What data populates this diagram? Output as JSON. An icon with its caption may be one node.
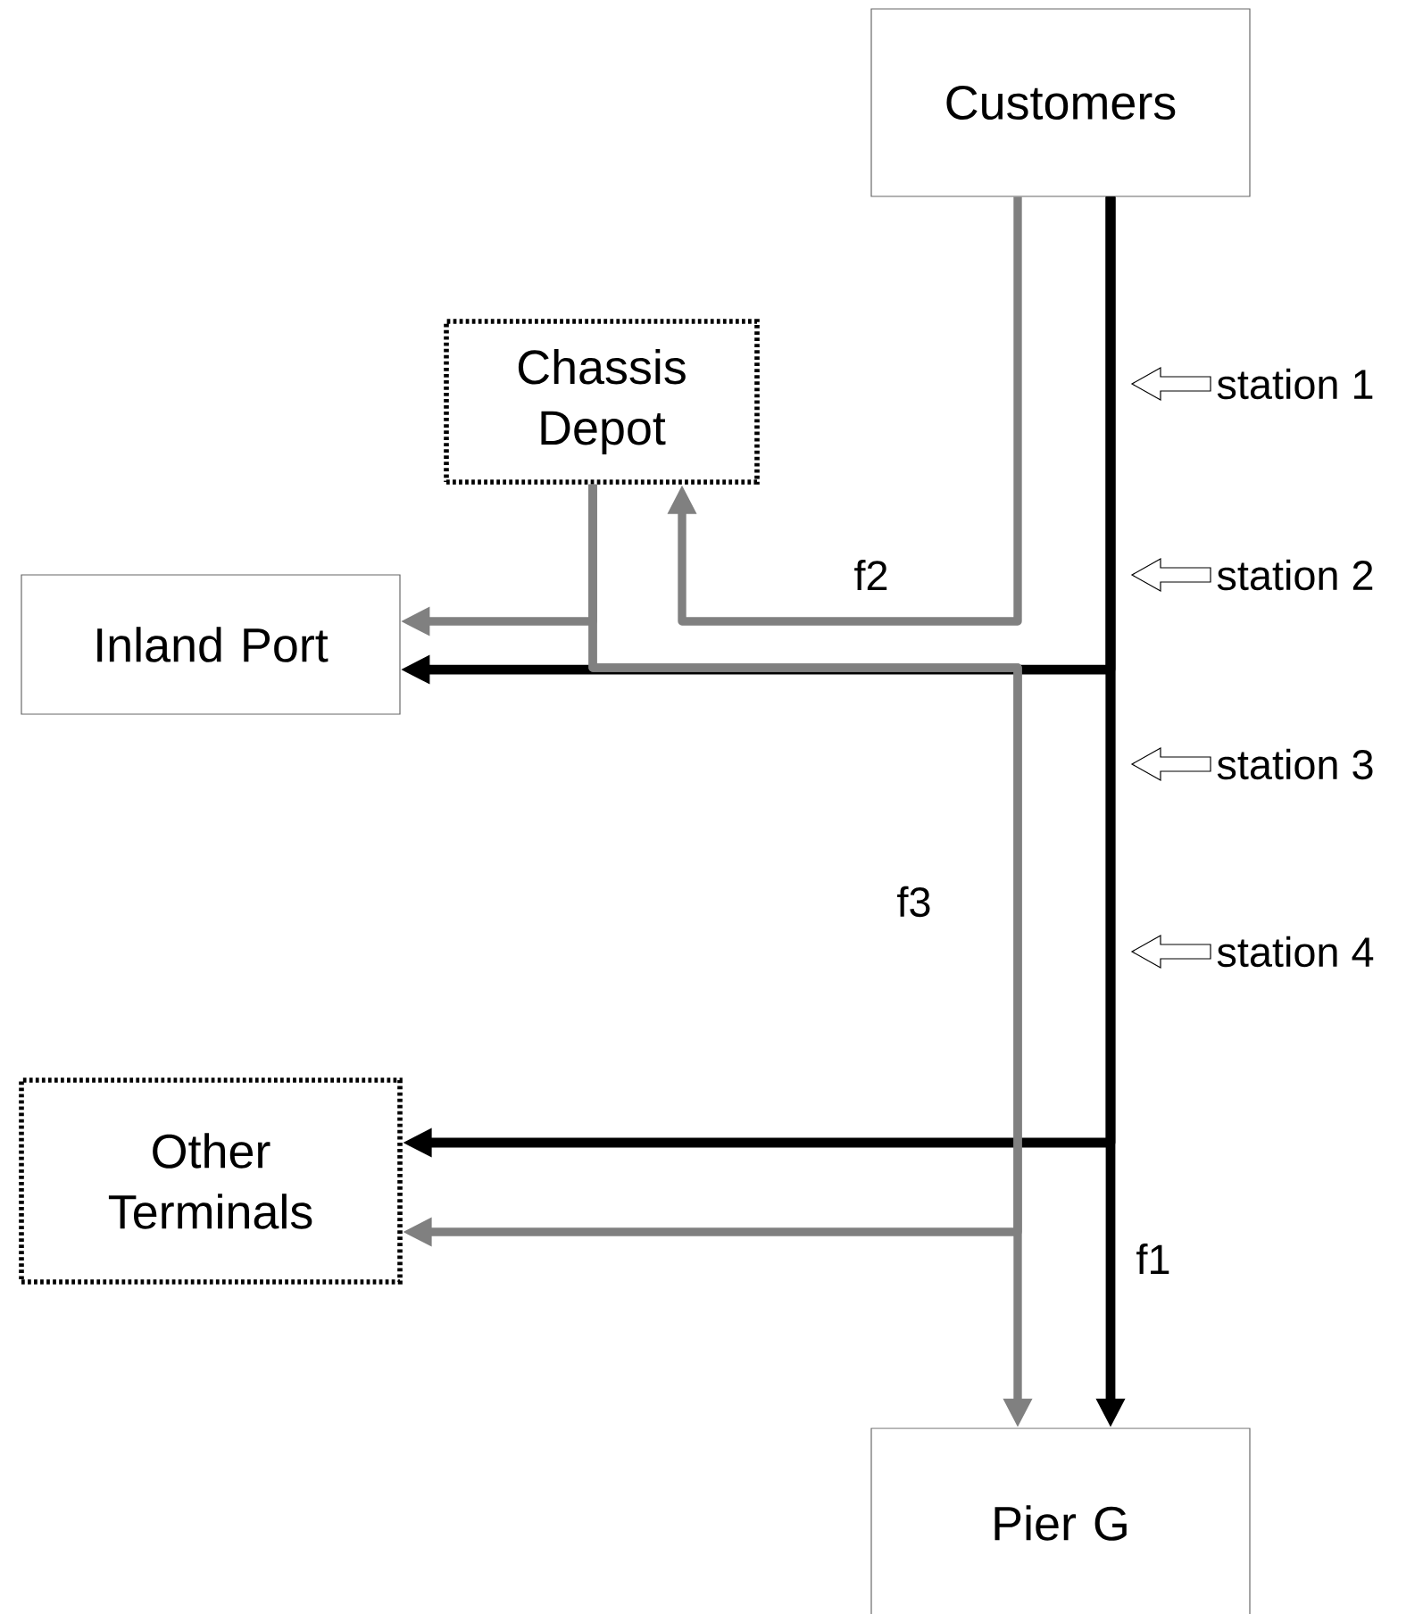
{
  "diagram": {
    "nodes": [
      {
        "text": [
          "Customers"
        ]
      },
      {
        "text": [
          "Chassis Depot"
        ]
      },
      {
        "text": [
          "Inland Port"
        ]
      },
      {
        "text": [
          "Other Terminals"
        ]
      },
      {
        "text": [
          "Pier G"
        ]
      }
    ],
    "edges": [
      {
        "from": 0,
        "to": 4,
        "arrow": "to",
        "label": "f1",
        "color": "#000000"
      },
      {
        "from": 0,
        "to": 2,
        "arrow": "to",
        "color": "#000000"
      },
      {
        "from": 0,
        "to": 3,
        "arrow": "to",
        "color": "#000000"
      },
      {
        "from": 0,
        "to": 1,
        "arrow": "to",
        "label": "f2"
      },
      {
        "from": 1,
        "to": 4,
        "arrow": "to",
        "label": "f3"
      },
      {
        "from": 1,
        "to": 2,
        "arrow": "to"
      },
      {
        "from": 1,
        "to": 3,
        "arrow": "to"
      }
    ],
    "labels": [
      "station 1",
      "station 2",
      "station 3",
      "station 4"
    ]
  }
}
